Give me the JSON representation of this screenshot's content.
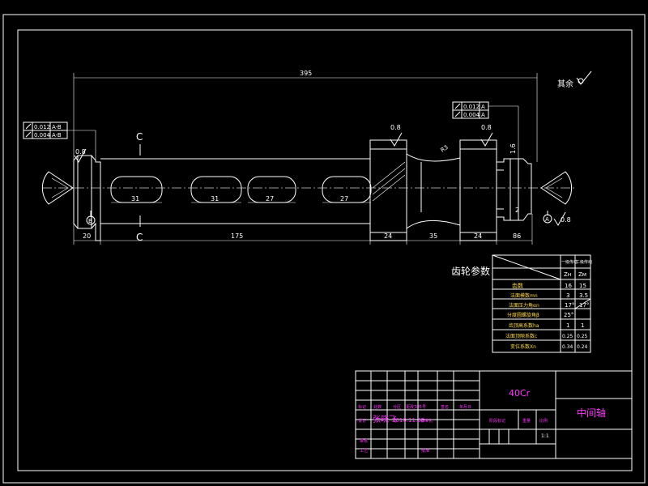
{
  "part": {
    "total_length": "395",
    "seg_left": "20",
    "seg_main": "175",
    "seg_gear1": "24",
    "seg_neck": "35",
    "seg_gear2": "24",
    "seg_right": "86",
    "section_letter": "C",
    "keyway_1": "31",
    "keyway_2": "31",
    "keyway_3": "27",
    "keyway_4": "27",
    "rough_08": "0.8",
    "rough_16": "1.6",
    "others_label": "其余",
    "gear_label": "齿轮参数",
    "chamfer_r3": "R3",
    "dim_20": "2",
    "tol_left_1": "0.012",
    "tol_left_1_ref": "A-B",
    "tol_left_2": "0.004",
    "tol_left_2_ref": "A-B",
    "tol_right_1": "0.012",
    "tol_right_1_ref": "A",
    "tol_right_2": "0.004",
    "tol_right_2_ref": "A",
    "datum_b": "B",
    "datum_a": "A"
  },
  "gear_table": {
    "head": [
      "一级传动",
      "二级传动"
    ],
    "rows": [
      {
        "label": "",
        "v1": "Zн",
        "v2": "Zм"
      },
      {
        "label": "齿数",
        "v1": "16",
        "v2": "15"
      },
      {
        "label": "法面模数mn",
        "v1": "3",
        "v2": "3.5"
      },
      {
        "label": "法面压力角αn",
        "v1": "17°",
        "v2": "17°"
      },
      {
        "label": "分度圆螺旋角β",
        "v1": "25°",
        "v2": ""
      },
      {
        "label": "齿顶高系数ha",
        "v1": "1",
        "v2": "1"
      },
      {
        "label": "法面顶隙系数c",
        "v1": "0.25",
        "v2": "0.25"
      },
      {
        "label": "变位系数Xn",
        "v1": "0.34",
        "v2": "0.24"
      }
    ]
  },
  "title_block": {
    "material": "40Cr",
    "part_name": "中间轴",
    "row_labels": [
      "标记",
      "处数",
      "分区",
      "更改文件号",
      "签名",
      "年月日"
    ],
    "designer_label": "设计",
    "designer_name": "张晓飞",
    "design_date": "2010.11.30",
    "std_label": "标准化",
    "stage_label": "阶段标记",
    "weight_label": "重量",
    "scale_label": "比例",
    "scale_value": "1:1",
    "check_label": "审核",
    "process_label": "工艺",
    "approve_label": "批准"
  }
}
